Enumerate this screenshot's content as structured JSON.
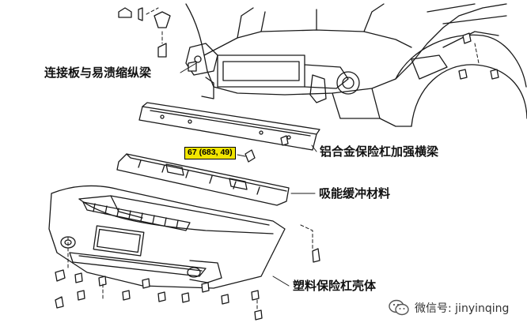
{
  "labels": {
    "connecting_plate": "连接板与易溃缩纵梁",
    "reinforcement_beam": "铝合金保险杠加强横梁",
    "energy_absorber": "吸能缓冲材料",
    "bumper_cover": "塑料保险杠壳体"
  },
  "torque_spec": "67 (683, 49)",
  "watermark": {
    "icon": "wechat-icon",
    "text": "微信号: jinyinqing"
  },
  "colors": {
    "line": "#111111",
    "torque_bg": "#f2e600"
  }
}
